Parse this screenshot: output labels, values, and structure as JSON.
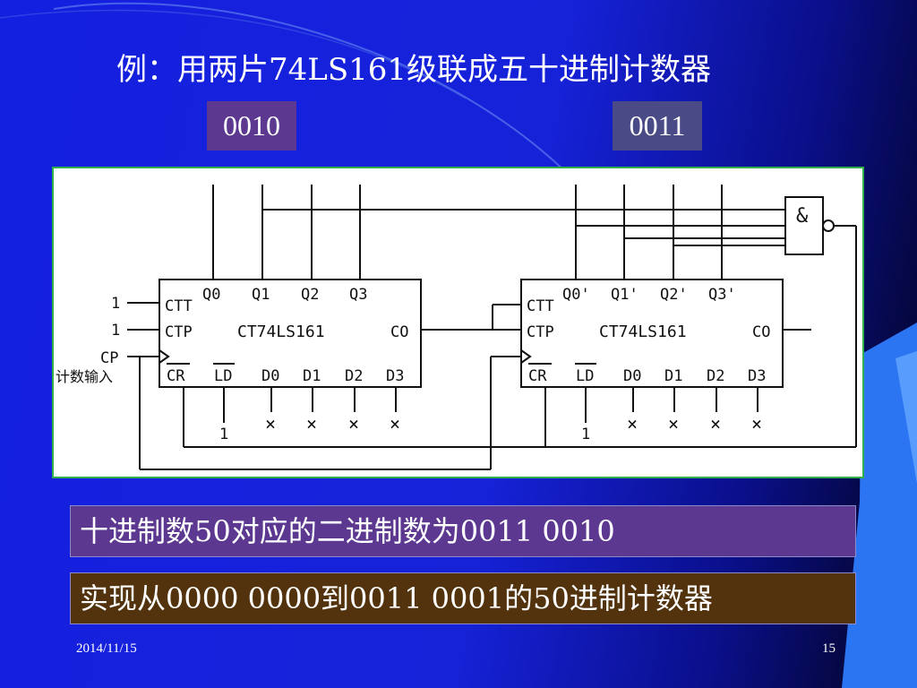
{
  "slide": {
    "title": "例：用两片74LS161级联成五十进制计数器",
    "tag_left": "0010",
    "tag_right": "0011",
    "bar1": "十进制数50对应的二进制数为0011 0010",
    "bar2": "实现从0000  0000到0011  0001的50进制计数器",
    "footer_date": "2014/11/15",
    "footer_page": "15"
  },
  "circuit": {
    "left_chip": {
      "name": "CT74LS161",
      "co": "CO",
      "pins_top": [
        "Q0",
        "Q1",
        "Q2",
        "Q3"
      ],
      "pins_bottom": [
        "CR",
        "LD",
        "D0",
        "D1",
        "D2",
        "D3"
      ],
      "ctt": "CTT",
      "ctp": "CTP"
    },
    "right_chip": {
      "name": "CT74LS161",
      "co": "CO",
      "pins_top": [
        "Q0'",
        "Q1'",
        "Q2'",
        "Q3'"
      ],
      "pins_bottom": [
        "CR",
        "LD",
        "D0",
        "D1",
        "D2",
        "D3"
      ],
      "ctt": "CTT",
      "ctp": "CTP"
    },
    "gate_symbol": "&",
    "input_one_1": "1",
    "input_one_2": "1",
    "ld_one_left": "1",
    "ld_one_right": "1",
    "cp_label": "CP",
    "count_input_label": "计数输入",
    "nc_mark": "×"
  },
  "colors": {
    "background": "#1420e0",
    "panel_border": "#2fb04a",
    "bar1": "#5c3890",
    "bar2": "#52330d"
  }
}
